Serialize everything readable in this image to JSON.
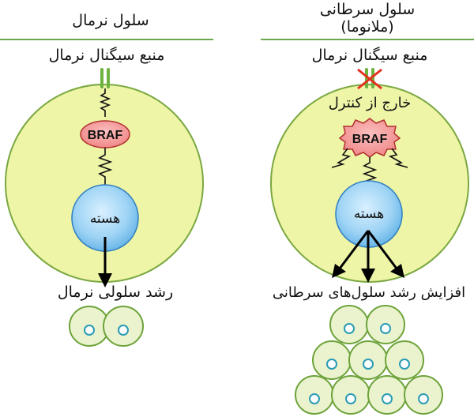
{
  "left_panel": {
    "title": "سلول نرمال",
    "signal_label": "منبع سیگنال نرمال",
    "braf_label": "BRAF",
    "nucleus_label": "هسته",
    "outcome_label": "رشد سلولی نرمال"
  },
  "right_panel": {
    "title_line1": "سلول سرطانی",
    "title_line2": "(ملانوما)",
    "signal_label": "منبع سیگنال نرمال",
    "uncontrolled_label": "خارج از کنترل",
    "braf_label": "BRAF",
    "nucleus_label": "هسته",
    "outcome_label": "افزایش رشد سلول‌های سرطانی"
  },
  "colors": {
    "cell_fill": "#eef5a6",
    "cell_stroke": "#7aa841",
    "rule_line": "#6aa84f",
    "receptor": "#6db33f",
    "braf_fill": "#f08a8a",
    "braf_stroke": "#b03030",
    "nucleus_fill": "#9fd4f5",
    "nucleus_stroke": "#2f7fc2",
    "daughter_fill": "#eaf3ce",
    "daughter_stroke": "#6da33a",
    "daughter_nucleus": "#2a9bb5",
    "cross": "#e2331f"
  }
}
